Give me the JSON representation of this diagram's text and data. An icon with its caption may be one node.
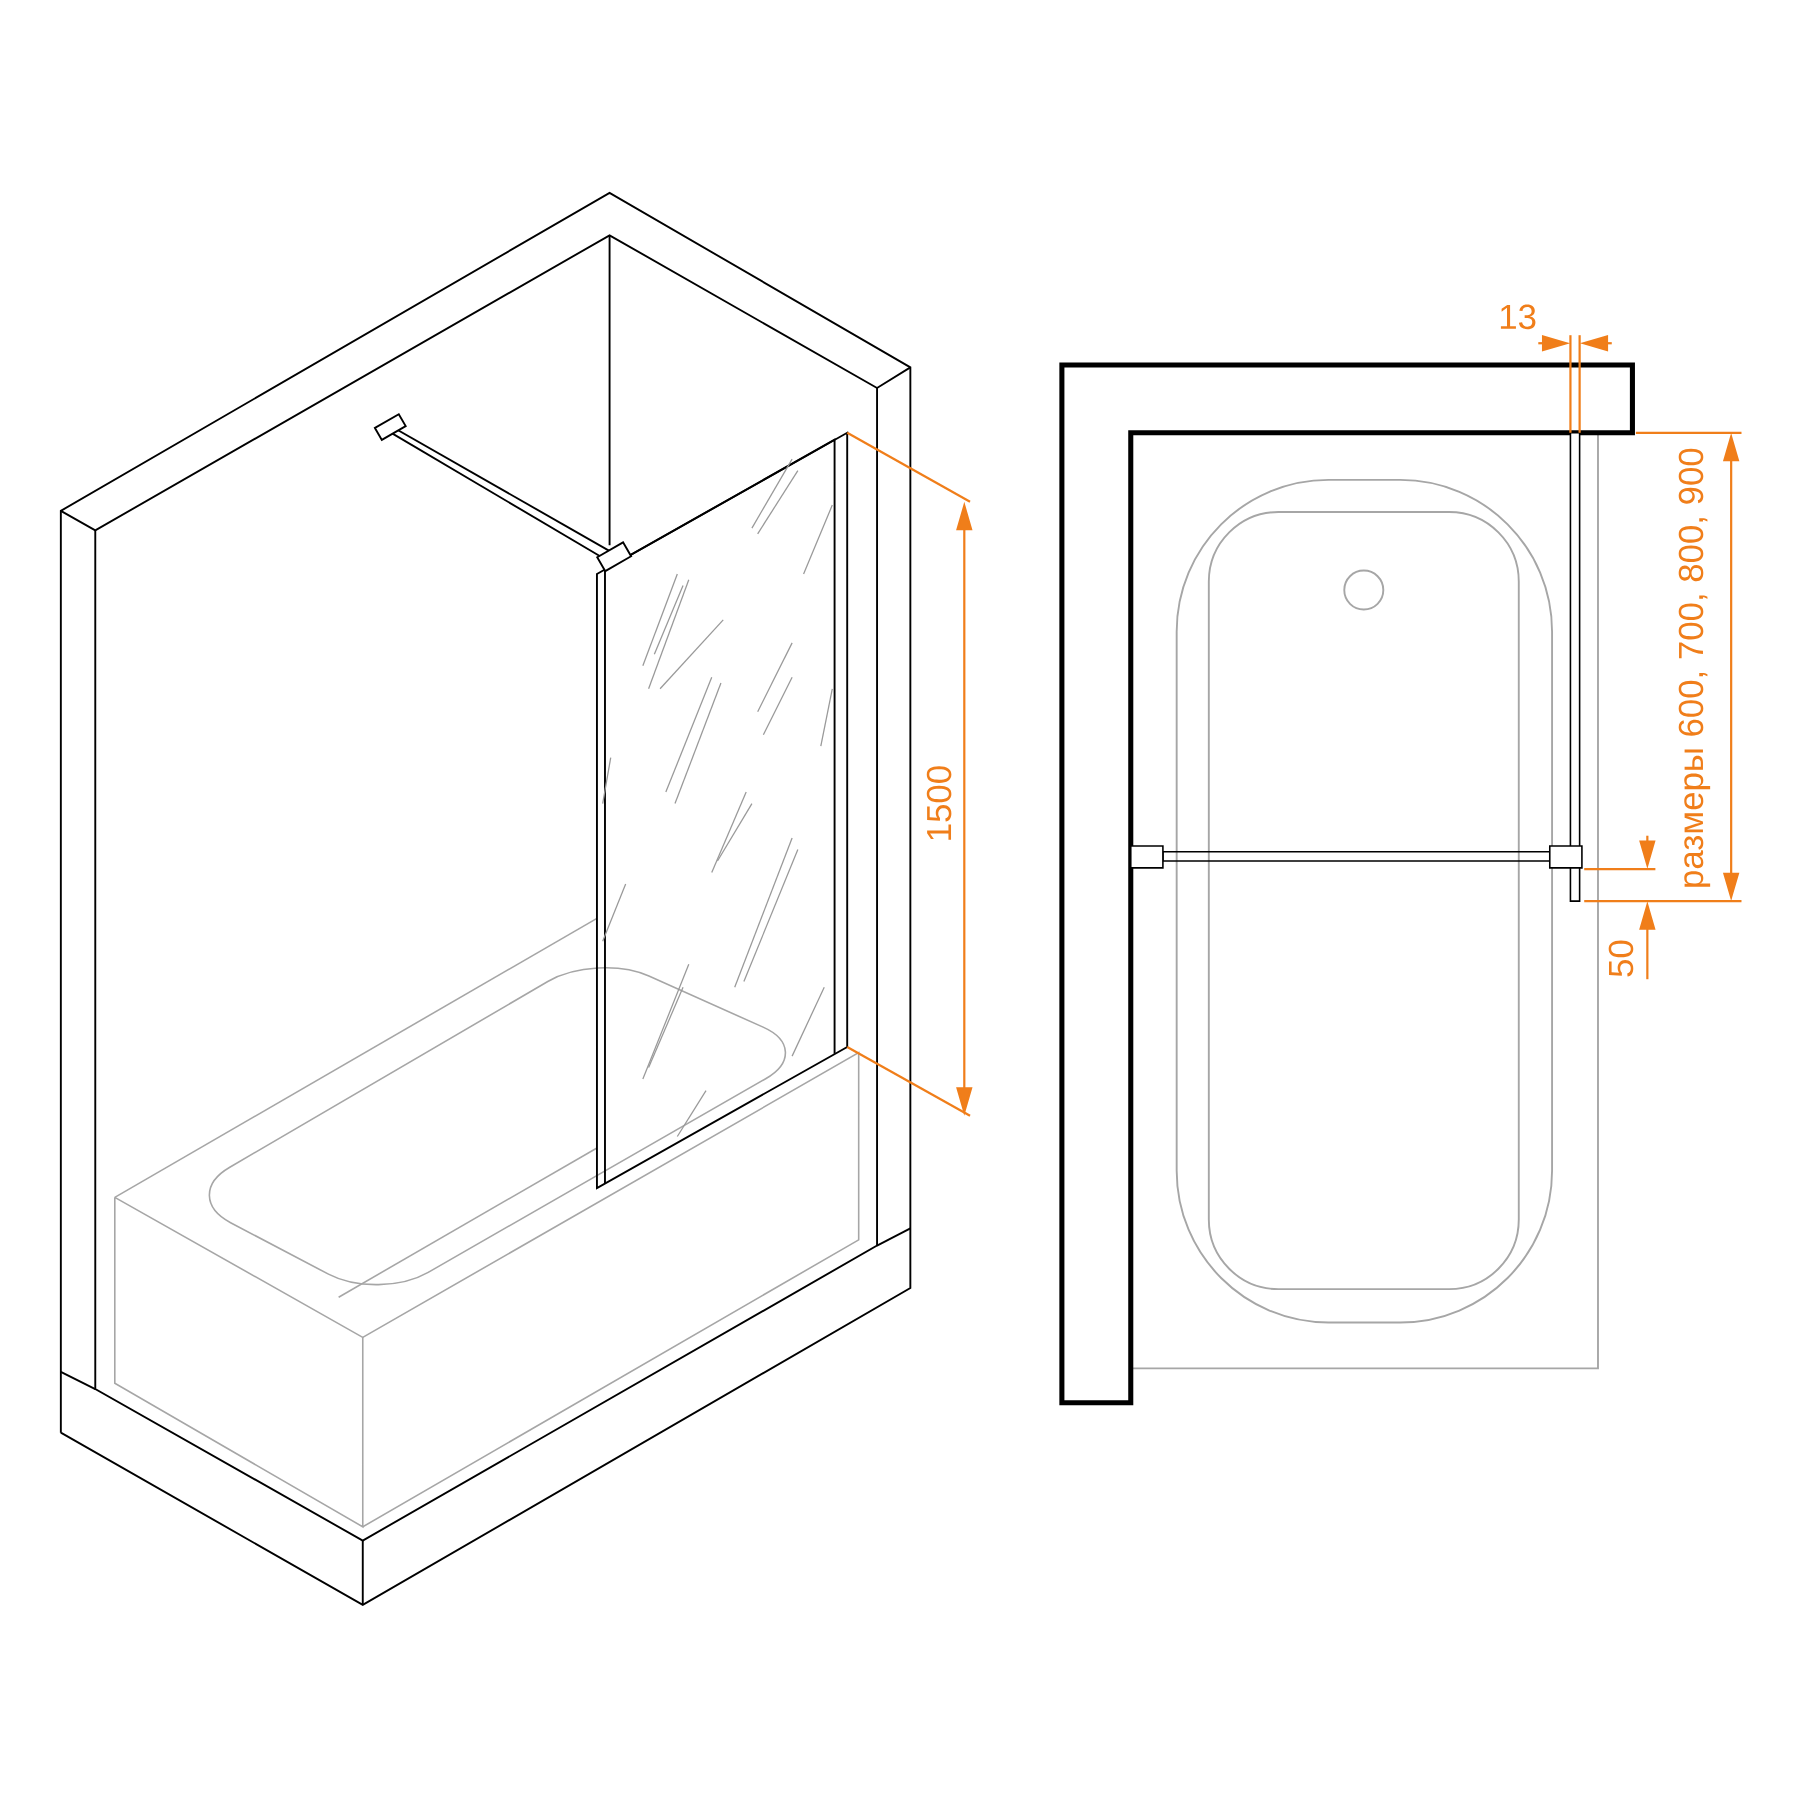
{
  "diagram": {
    "labels": [
      "13",
      "размеры 600, 700, 800, 900",
      "1500",
      "50"
    ]
  }
}
